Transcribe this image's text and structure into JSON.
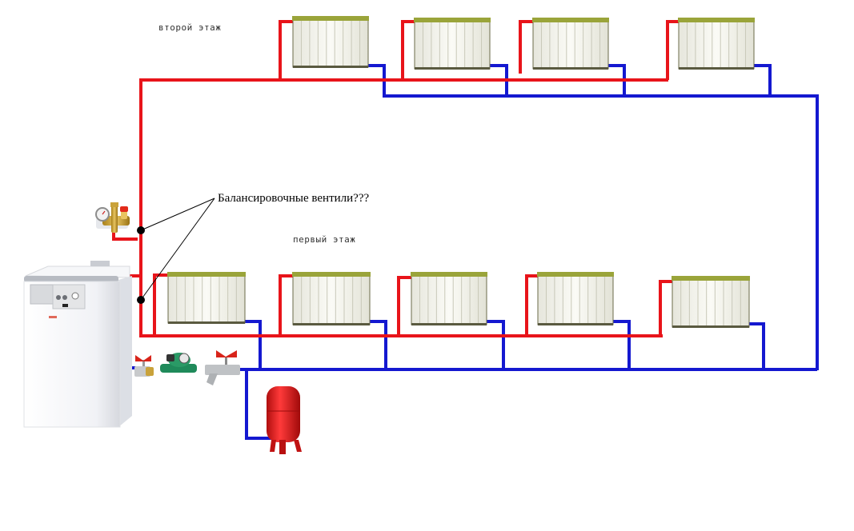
{
  "labels": {
    "second_floor": "второй этаж",
    "first_floor": "первый этаж",
    "annotation": "Балансировочные вентили???"
  },
  "colors": {
    "supply_pipe": "#e8141a",
    "return_pipe": "#1418d0",
    "radiator_body": "#f4f4ee",
    "radiator_frame": "#9aa43a",
    "expansion_tank": "#e01b1b",
    "boiler": "#eef0f4",
    "annotation_line": "#000000"
  },
  "components": {
    "boiler": "floor-standing-boiler",
    "safety_group": "safety-group-with-pressure-gauge",
    "ball_valve_1": "ball-valve",
    "pump": "circulation-pump",
    "strainer_valve": "ball-valve-with-strainer",
    "expansion_tank": "expansion-vessel",
    "balancing_valves_count": 2
  },
  "floors": [
    {
      "name": "second",
      "radiator_count": 4
    },
    {
      "name": "first",
      "radiator_count": 5
    }
  ]
}
